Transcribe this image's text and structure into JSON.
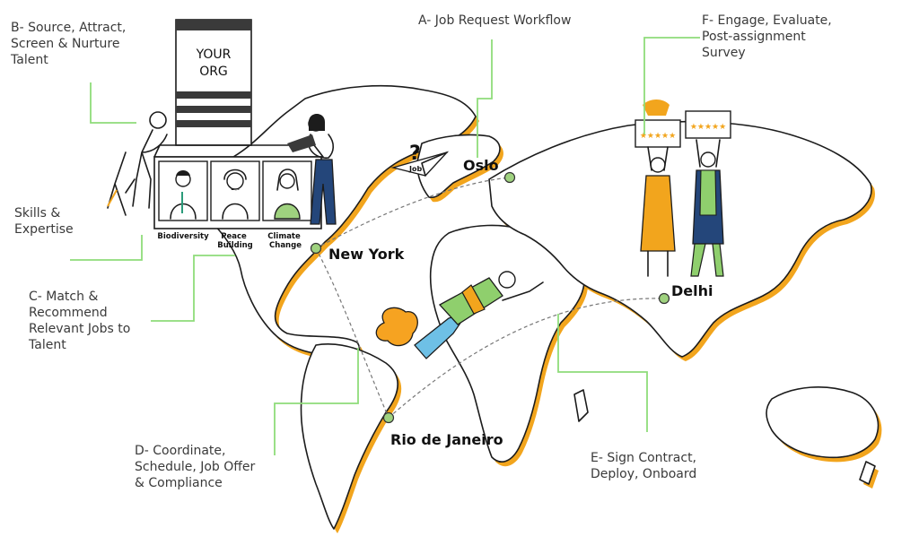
{
  "steps": {
    "a": "A- Job Request Workflow",
    "b": "B- Source, Attract,\nScreen & Nurture\nTalent",
    "skills": "Skills &\nExpertise",
    "c": "C- Match &\nRecommend\nRelevant Jobs to\nTalent",
    "d": "D- Coordinate,\nSchedule, Job Offer\n& Compliance",
    "e": "E- Sign Contract,\nDeploy, Onboard",
    "f": "F- Engage, Evaluate,\nPost-assignment\nSurvey"
  },
  "org": {
    "line1": "YOUR",
    "line2": "ORG"
  },
  "job_note": {
    "mark": "?",
    "label": "Job"
  },
  "talent_cards": [
    "Biodiversity",
    "Peace\nBuilding",
    "Climate\nChange"
  ],
  "cities": [
    "Oslo",
    "New York",
    "Delhi",
    "Rio de Janeiro"
  ],
  "colors": {
    "accent_green": "#8fdc7a",
    "map_shadow": "#f2a51d",
    "pin": "#9fd27f"
  }
}
